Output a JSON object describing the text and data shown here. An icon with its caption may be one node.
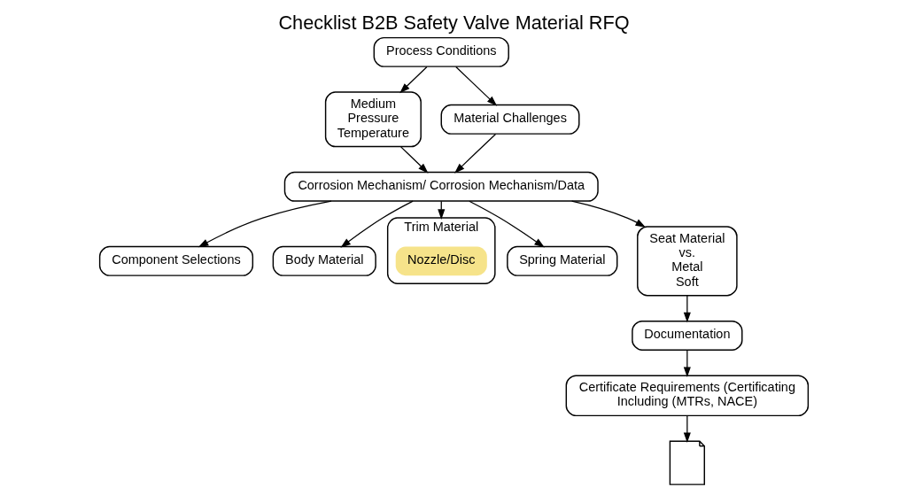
{
  "diagram": {
    "title": "Checklist B2B Safety Valve Material RFQ",
    "nodes": [
      {
        "text": [
          "Process Conditions"
        ]
      },
      {
        "text": [
          "Medium",
          "Pressure",
          "Temperature"
        ]
      },
      {
        "text": [
          "Material Challenges"
        ]
      },
      {
        "text": [
          "Corrosion Mechanism/ Corrosion Mechanism/Data"
        ]
      },
      {
        "text": [
          "Component Selections"
        ]
      },
      {
        "text": [
          "Body Material"
        ]
      },
      {
        "text": [
          "Trim Material"
        ]
      },
      {
        "text": [
          "Nozzle/Disc"
        ],
        "in": 6
      },
      {
        "text": [
          "Spring Material"
        ]
      },
      {
        "text": [
          "Seat Material",
          "vs.",
          "Metal",
          "Soft"
        ]
      },
      {
        "text": [
          "Documentation"
        ]
      },
      {
        "text": [
          "Certificate Requirements (Certificating",
          "Including (MTRs, NACE)"
        ]
      },
      {
        "text": [],
        "shape": "document"
      }
    ],
    "edges": [
      {
        "from": 0,
        "to": 2,
        "arrow": "to"
      },
      {
        "from": 0,
        "to": 1,
        "arrow": "to"
      },
      {
        "from": 2,
        "to": 3,
        "arrow": "to"
      },
      {
        "from": 1,
        "to": 3,
        "arrow": "to"
      },
      {
        "from": 3,
        "to": 4,
        "arrow": "to"
      },
      {
        "from": 3,
        "to": 5,
        "arrow": "to"
      },
      {
        "from": 3,
        "to": 6,
        "arrow": "to"
      },
      {
        "from": 3,
        "to": 8,
        "arrow": "to"
      },
      {
        "from": 3,
        "to": 9,
        "arrow": "to"
      },
      {
        "from": 9,
        "to": 10,
        "arrow": "to"
      },
      {
        "from": 10,
        "to": 11,
        "arrow": "to"
      },
      {
        "from": 11,
        "to": 12,
        "arrow": "to"
      }
    ]
  }
}
